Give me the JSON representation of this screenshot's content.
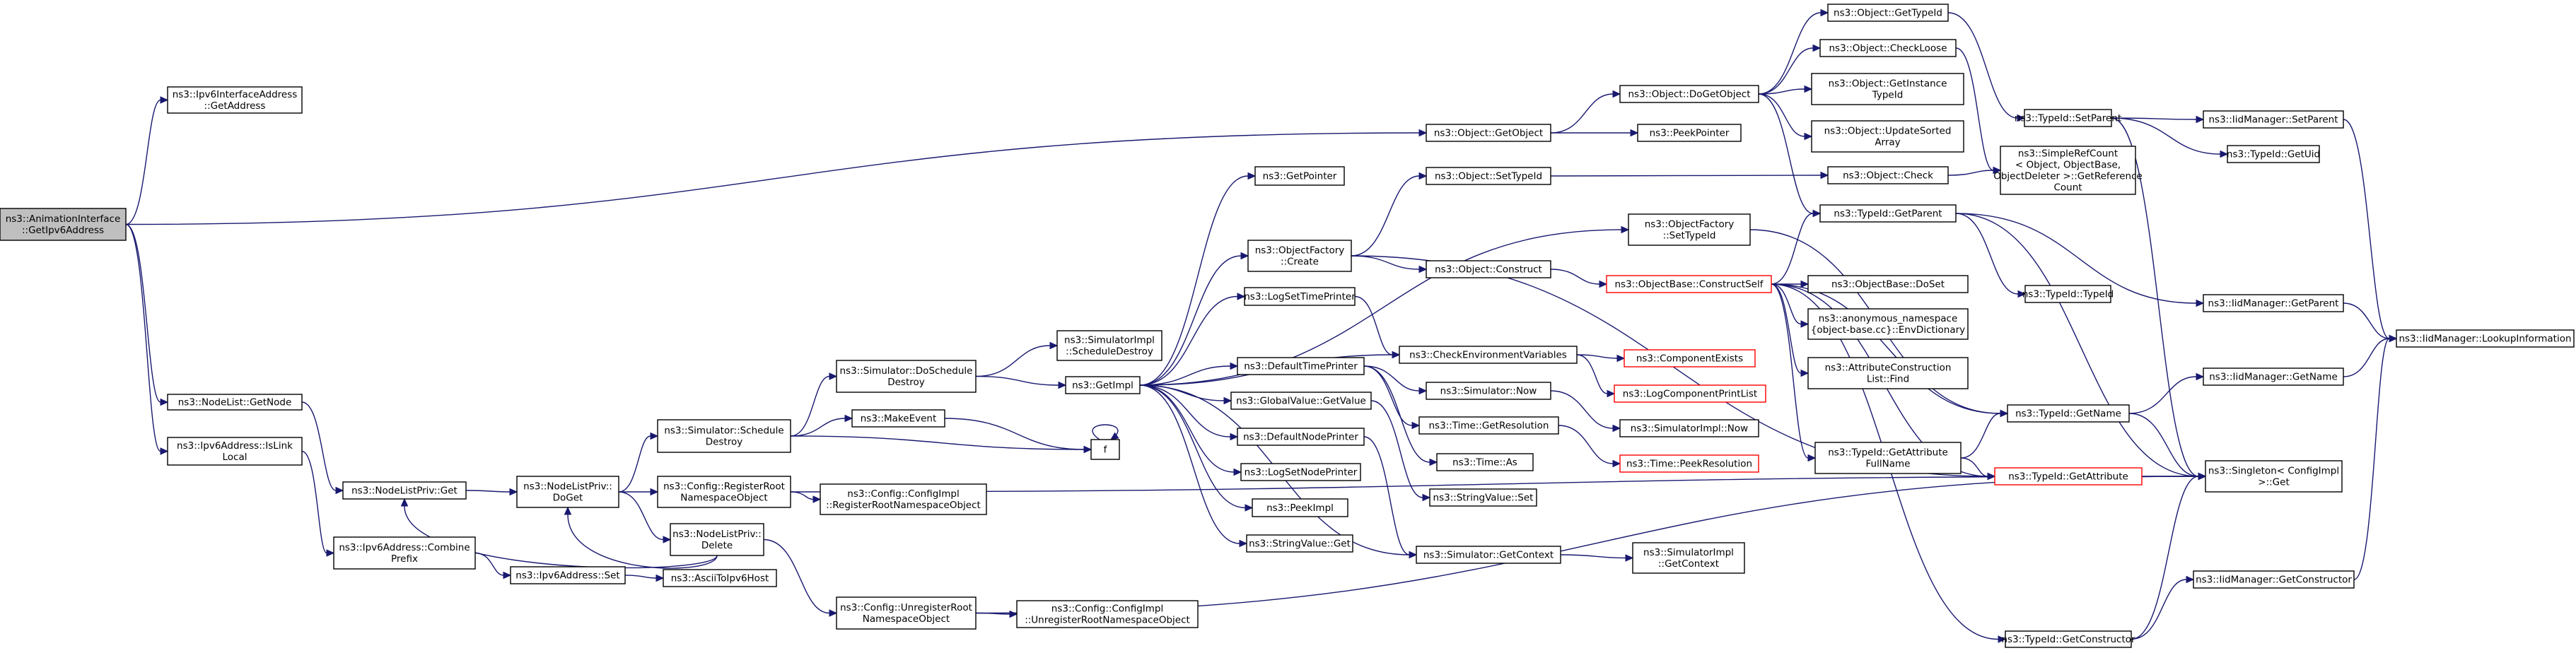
{
  "nodes": [
    {
      "id": "root",
      "lines": [
        "ns3::AnimationInterface",
        "::GetIpv6Address"
      ],
      "root": true
    },
    {
      "id": "ipv6ifaddr",
      "lines": [
        "ns3::Ipv6InterfaceAddress",
        "::GetAddress"
      ]
    },
    {
      "id": "nodelist_getnode",
      "lines": [
        "ns3::NodeList::GetNode"
      ]
    },
    {
      "id": "ipv6_islinklocal",
      "lines": [
        "ns3::Ipv6Address::IsLink",
        "Local"
      ]
    },
    {
      "id": "nlp_get",
      "lines": [
        "ns3::NodeListPriv::Get"
      ]
    },
    {
      "id": "ipv6_combineprefix",
      "lines": [
        "ns3::Ipv6Address::Combine",
        "Prefix"
      ]
    },
    {
      "id": "ipv6_set",
      "lines": [
        "ns3::Ipv6Address::Set"
      ]
    },
    {
      "id": "ascii_ipv6",
      "lines": [
        "ns3::AsciiToIpv6Host"
      ]
    },
    {
      "id": "nlp_doget",
      "lines": [
        "ns3::NodeListPriv::",
        "DoGet"
      ]
    },
    {
      "id": "sim_schedule_destroy",
      "lines": [
        "ns3::Simulator::Schedule",
        "Destroy"
      ]
    },
    {
      "id": "cfg_register",
      "lines": [
        "ns3::Config::RegisterRoot",
        "NamespaceObject"
      ]
    },
    {
      "id": "nlp_delete",
      "lines": [
        "ns3::NodeListPriv::",
        "Delete"
      ]
    },
    {
      "id": "cfg_unregister",
      "lines": [
        "ns3::Config::UnregisterRoot",
        "NamespaceObject"
      ]
    },
    {
      "id": "sim_doschedule_destroy",
      "lines": [
        "ns3::Simulator::DoSchedule",
        "Destroy"
      ]
    },
    {
      "id": "makeevent",
      "lines": [
        "ns3::MakeEvent"
      ]
    },
    {
      "id": "cfgimpl_register",
      "lines": [
        "ns3::Config::ConfigImpl",
        "::RegisterRootNamespaceObject"
      ]
    },
    {
      "id": "cfgimpl_unregister",
      "lines": [
        "ns3::Config::ConfigImpl",
        "::UnregisterRootNamespaceObject"
      ]
    },
    {
      "id": "simimpl_schedule_destroy",
      "lines": [
        "ns3::SimulatorImpl",
        "::ScheduleDestroy"
      ]
    },
    {
      "id": "getimpl",
      "lines": [
        "ns3::GetImpl"
      ]
    },
    {
      "id": "f",
      "lines": [
        "f"
      ]
    },
    {
      "id": "getpointer",
      "lines": [
        "ns3::GetPointer"
      ]
    },
    {
      "id": "objfactory_create",
      "lines": [
        "ns3::ObjectFactory",
        "::Create"
      ]
    },
    {
      "id": "logsettimeprinter",
      "lines": [
        "ns3::LogSetTimePrinter"
      ]
    },
    {
      "id": "defaulttimeprinter",
      "lines": [
        "ns3::DefaultTimePrinter"
      ]
    },
    {
      "id": "globalvalue_getvalue",
      "lines": [
        "ns3::GlobalValue::GetValue"
      ]
    },
    {
      "id": "defaultnodeprinter",
      "lines": [
        "ns3::DefaultNodePrinter"
      ]
    },
    {
      "id": "logsetnodeprinter",
      "lines": [
        "ns3::LogSetNodePrinter"
      ]
    },
    {
      "id": "peekimpl",
      "lines": [
        "ns3::PeekImpl"
      ]
    },
    {
      "id": "stringvalue_get",
      "lines": [
        "ns3::StringValue::Get"
      ]
    },
    {
      "id": "object_getobject",
      "lines": [
        "ns3::Object::GetObject"
      ]
    },
    {
      "id": "object_settypeid",
      "lines": [
        "ns3::Object::SetTypeId"
      ]
    },
    {
      "id": "object_construct",
      "lines": [
        "ns3::Object::Construct"
      ]
    },
    {
      "id": "check_env",
      "lines": [
        "ns3::CheckEnvironmentVariables"
      ]
    },
    {
      "id": "sim_now",
      "lines": [
        "ns3::Simulator::Now"
      ]
    },
    {
      "id": "time_getresolution",
      "lines": [
        "ns3::Time::GetResolution"
      ]
    },
    {
      "id": "time_as",
      "lines": [
        "ns3::Time::As"
      ]
    },
    {
      "id": "stringvalue_set",
      "lines": [
        "ns3::StringValue::Set"
      ]
    },
    {
      "id": "sim_getcontext",
      "lines": [
        "ns3::Simulator::GetContext"
      ]
    },
    {
      "id": "object_dogetobject",
      "lines": [
        "ns3::Object::DoGetObject"
      ]
    },
    {
      "id": "peekpointer",
      "lines": [
        "ns3::PeekPointer"
      ]
    },
    {
      "id": "objfactory_settypeid",
      "lines": [
        "ns3::ObjectFactory",
        "::SetTypeId"
      ]
    },
    {
      "id": "objbase_constructself",
      "lines": [
        "ns3::ObjectBase::ConstructSelf"
      ],
      "red": true
    },
    {
      "id": "componentexists",
      "lines": [
        "ns3::ComponentExists"
      ],
      "red": true
    },
    {
      "id": "logcomponentprintlist",
      "lines": [
        "ns3::LogComponentPrintList"
      ],
      "red": true
    },
    {
      "id": "simimpl_now",
      "lines": [
        "ns3::SimulatorImpl::Now"
      ]
    },
    {
      "id": "time_peekresolution",
      "lines": [
        "ns3::Time::PeekResolution"
      ],
      "red": true
    },
    {
      "id": "simimpl_getcontext",
      "lines": [
        "ns3::SimulatorImpl",
        "::GetContext"
      ]
    },
    {
      "id": "object_gettypeid",
      "lines": [
        "ns3::Object::GetTypeId"
      ]
    },
    {
      "id": "object_checkloose",
      "lines": [
        "ns3::Object::CheckLoose"
      ]
    },
    {
      "id": "object_getinstancetypeid",
      "lines": [
        "ns3::Object::GetInstance",
        "TypeId"
      ]
    },
    {
      "id": "object_updatesorted",
      "lines": [
        "ns3::Object::UpdateSorted",
        "Array"
      ]
    },
    {
      "id": "object_check",
      "lines": [
        "ns3::Object::Check"
      ]
    },
    {
      "id": "typeid_getparent",
      "lines": [
        "ns3::TypeId::GetParent"
      ]
    },
    {
      "id": "objbase_doset",
      "lines": [
        "ns3::ObjectBase::DoSet"
      ]
    },
    {
      "id": "anon_envdict",
      "lines": [
        "ns3::anonymous_namespace",
        "{object-base.cc}::EnvDictionary"
      ]
    },
    {
      "id": "attrconstr_find",
      "lines": [
        "ns3::AttributeConstruction",
        "List::Find"
      ]
    },
    {
      "id": "typeid_getattrfullname",
      "lines": [
        "ns3::TypeId::GetAttribute",
        "FullName"
      ]
    },
    {
      "id": "typeid_getname",
      "lines": [
        "ns3::TypeId::GetName"
      ]
    },
    {
      "id": "typeid_getattribute",
      "lines": [
        "ns3::TypeId::GetAttribute"
      ],
      "red": true
    },
    {
      "id": "typeid_getconstructor",
      "lines": [
        "ns3::TypeId::GetConstructor"
      ]
    },
    {
      "id": "typeid_setparent",
      "lines": [
        "ns3::TypeId::SetParent"
      ]
    },
    {
      "id": "simplerefcount",
      "lines": [
        "ns3::SimpleRefCount",
        "< Object, ObjectBase,",
        "ObjectDeleter >::GetReference",
        "Count"
      ]
    },
    {
      "id": "typeid_typeid",
      "lines": [
        "ns3::TypeId::TypeId"
      ]
    },
    {
      "id": "singleton_get",
      "lines": [
        "ns3::Singleton< ConfigImpl",
        " >::Get"
      ]
    },
    {
      "id": "iidmgr_setparent",
      "lines": [
        "ns3::IidManager::SetParent"
      ]
    },
    {
      "id": "typeid_getuid",
      "lines": [
        "ns3::TypeId::GetUid"
      ]
    },
    {
      "id": "iidmgr_getparent",
      "lines": [
        "ns3::IidManager::GetParent"
      ]
    },
    {
      "id": "iidmgr_getname",
      "lines": [
        "ns3::IidManager::GetName"
      ]
    },
    {
      "id": "iidmgr_getconstructor",
      "lines": [
        "ns3::IidManager::GetConstructor"
      ]
    },
    {
      "id": "iidmgr_lookupinfo",
      "lines": [
        "ns3::IidManager::LookupInformation"
      ]
    }
  ],
  "edges": [
    [
      "root",
      "ipv6ifaddr"
    ],
    [
      "root",
      "object_getobject"
    ],
    [
      "root",
      "nodelist_getnode"
    ],
    [
      "root",
      "ipv6_islinklocal"
    ],
    [
      "nodelist_getnode",
      "nlp_get"
    ],
    [
      "ipv6_islinklocal",
      "ipv6_combineprefix"
    ],
    [
      "ipv6_combineprefix",
      "ipv6_set"
    ],
    [
      "ipv6_set",
      "ascii_ipv6"
    ],
    [
      "nlp_get",
      "nlp_doget"
    ],
    [
      "nlp_doget",
      "sim_schedule_destroy"
    ],
    [
      "nlp_doget",
      "cfg_register"
    ],
    [
      "nlp_doget",
      "nlp_delete"
    ],
    [
      "nlp_delete",
      "nlp_get"
    ],
    [
      "nlp_delete",
      "nlp_doget"
    ],
    [
      "nlp_delete",
      "cfg_unregister"
    ],
    [
      "sim_schedule_destroy",
      "sim_doschedule_destroy"
    ],
    [
      "sim_schedule_destroy",
      "makeevent"
    ],
    [
      "sim_schedule_destroy",
      "f"
    ],
    [
      "sim_doschedule_destroy",
      "simimpl_schedule_destroy"
    ],
    [
      "sim_doschedule_destroy",
      "getimpl"
    ],
    [
      "makeevent",
      "f"
    ],
    [
      "f",
      "f"
    ],
    [
      "cfg_register",
      "cfgimpl_register"
    ],
    [
      "cfg_register",
      "singleton_get"
    ],
    [
      "cfg_unregister",
      "cfgimpl_unregister"
    ],
    [
      "cfg_unregister",
      "singleton_get"
    ],
    [
      "getimpl",
      "getpointer"
    ],
    [
      "getimpl",
      "objfactory_create"
    ],
    [
      "getimpl",
      "logsettimeprinter"
    ],
    [
      "getimpl",
      "defaulttimeprinter"
    ],
    [
      "getimpl",
      "globalvalue_getvalue"
    ],
    [
      "getimpl",
      "defaultnodeprinter"
    ],
    [
      "getimpl",
      "logsetnodeprinter"
    ],
    [
      "getimpl",
      "peekimpl"
    ],
    [
      "getimpl",
      "stringvalue_get"
    ],
    [
      "getimpl",
      "objfactory_settypeid"
    ],
    [
      "getimpl",
      "check_env"
    ],
    [
      "getimpl",
      "sim_getcontext"
    ],
    [
      "objfactory_create",
      "object_settypeid"
    ],
    [
      "objfactory_create",
      "object_construct"
    ],
    [
      "objfactory_create",
      "typeid_getattribute"
    ],
    [
      "logsettimeprinter",
      "check_env"
    ],
    [
      "defaulttimeprinter",
      "sim_now"
    ],
    [
      "defaulttimeprinter",
      "time_getresolution"
    ],
    [
      "defaulttimeprinter",
      "time_as"
    ],
    [
      "globalvalue_getvalue",
      "stringvalue_set"
    ],
    [
      "defaultnodeprinter",
      "sim_getcontext"
    ],
    [
      "object_getobject",
      "object_dogetobject"
    ],
    [
      "object_getobject",
      "peekpointer"
    ],
    [
      "object_settypeid",
      "object_check"
    ],
    [
      "object_construct",
      "objbase_constructself"
    ],
    [
      "check_env",
      "componentexists"
    ],
    [
      "check_env",
      "logcomponentprintlist"
    ],
    [
      "sim_now",
      "simimpl_now"
    ],
    [
      "time_getresolution",
      "time_peekresolution"
    ],
    [
      "sim_getcontext",
      "simimpl_getcontext"
    ],
    [
      "object_dogetobject",
      "object_gettypeid"
    ],
    [
      "object_dogetobject",
      "object_checkloose"
    ],
    [
      "object_dogetobject",
      "object_getinstancetypeid"
    ],
    [
      "object_dogetobject",
      "object_updatesorted"
    ],
    [
      "object_dogetobject",
      "typeid_getparent"
    ],
    [
      "objfactory_settypeid",
      "typeid_getname"
    ],
    [
      "objbase_constructself",
      "typeid_getparent"
    ],
    [
      "objbase_constructself",
      "objbase_doset"
    ],
    [
      "objbase_constructself",
      "anon_envdict"
    ],
    [
      "objbase_constructself",
      "attrconstr_find"
    ],
    [
      "objbase_constructself",
      "typeid_getattrfullname"
    ],
    [
      "objbase_constructself",
      "typeid_getname"
    ],
    [
      "objbase_constructself",
      "typeid_getattribute"
    ],
    [
      "objbase_constructself",
      "typeid_getconstructor"
    ],
    [
      "object_gettypeid",
      "typeid_setparent"
    ],
    [
      "object_checkloose",
      "simplerefcount"
    ],
    [
      "object_check",
      "simplerefcount"
    ],
    [
      "typeid_getparent",
      "typeid_typeid"
    ],
    [
      "typeid_getparent",
      "iidmgr_getparent"
    ],
    [
      "typeid_getparent",
      "singleton_get"
    ],
    [
      "typeid_getattrfullname",
      "typeid_getname"
    ],
    [
      "typeid_getattrfullname",
      "typeid_getattribute"
    ],
    [
      "typeid_getname",
      "iidmgr_getname"
    ],
    [
      "typeid_getname",
      "singleton_get"
    ],
    [
      "typeid_getattribute",
      "singleton_get"
    ],
    [
      "typeid_getconstructor",
      "iidmgr_getconstructor"
    ],
    [
      "typeid_getconstructor",
      "singleton_get"
    ],
    [
      "typeid_setparent",
      "iidmgr_setparent"
    ],
    [
      "typeid_setparent",
      "typeid_getuid"
    ],
    [
      "typeid_setparent",
      "singleton_get"
    ],
    [
      "iidmgr_setparent",
      "iidmgr_lookupinfo"
    ],
    [
      "iidmgr_getparent",
      "iidmgr_lookupinfo"
    ],
    [
      "iidmgr_getname",
      "iidmgr_lookupinfo"
    ],
    [
      "iidmgr_getconstructor",
      "iidmgr_lookupinfo"
    ]
  ]
}
